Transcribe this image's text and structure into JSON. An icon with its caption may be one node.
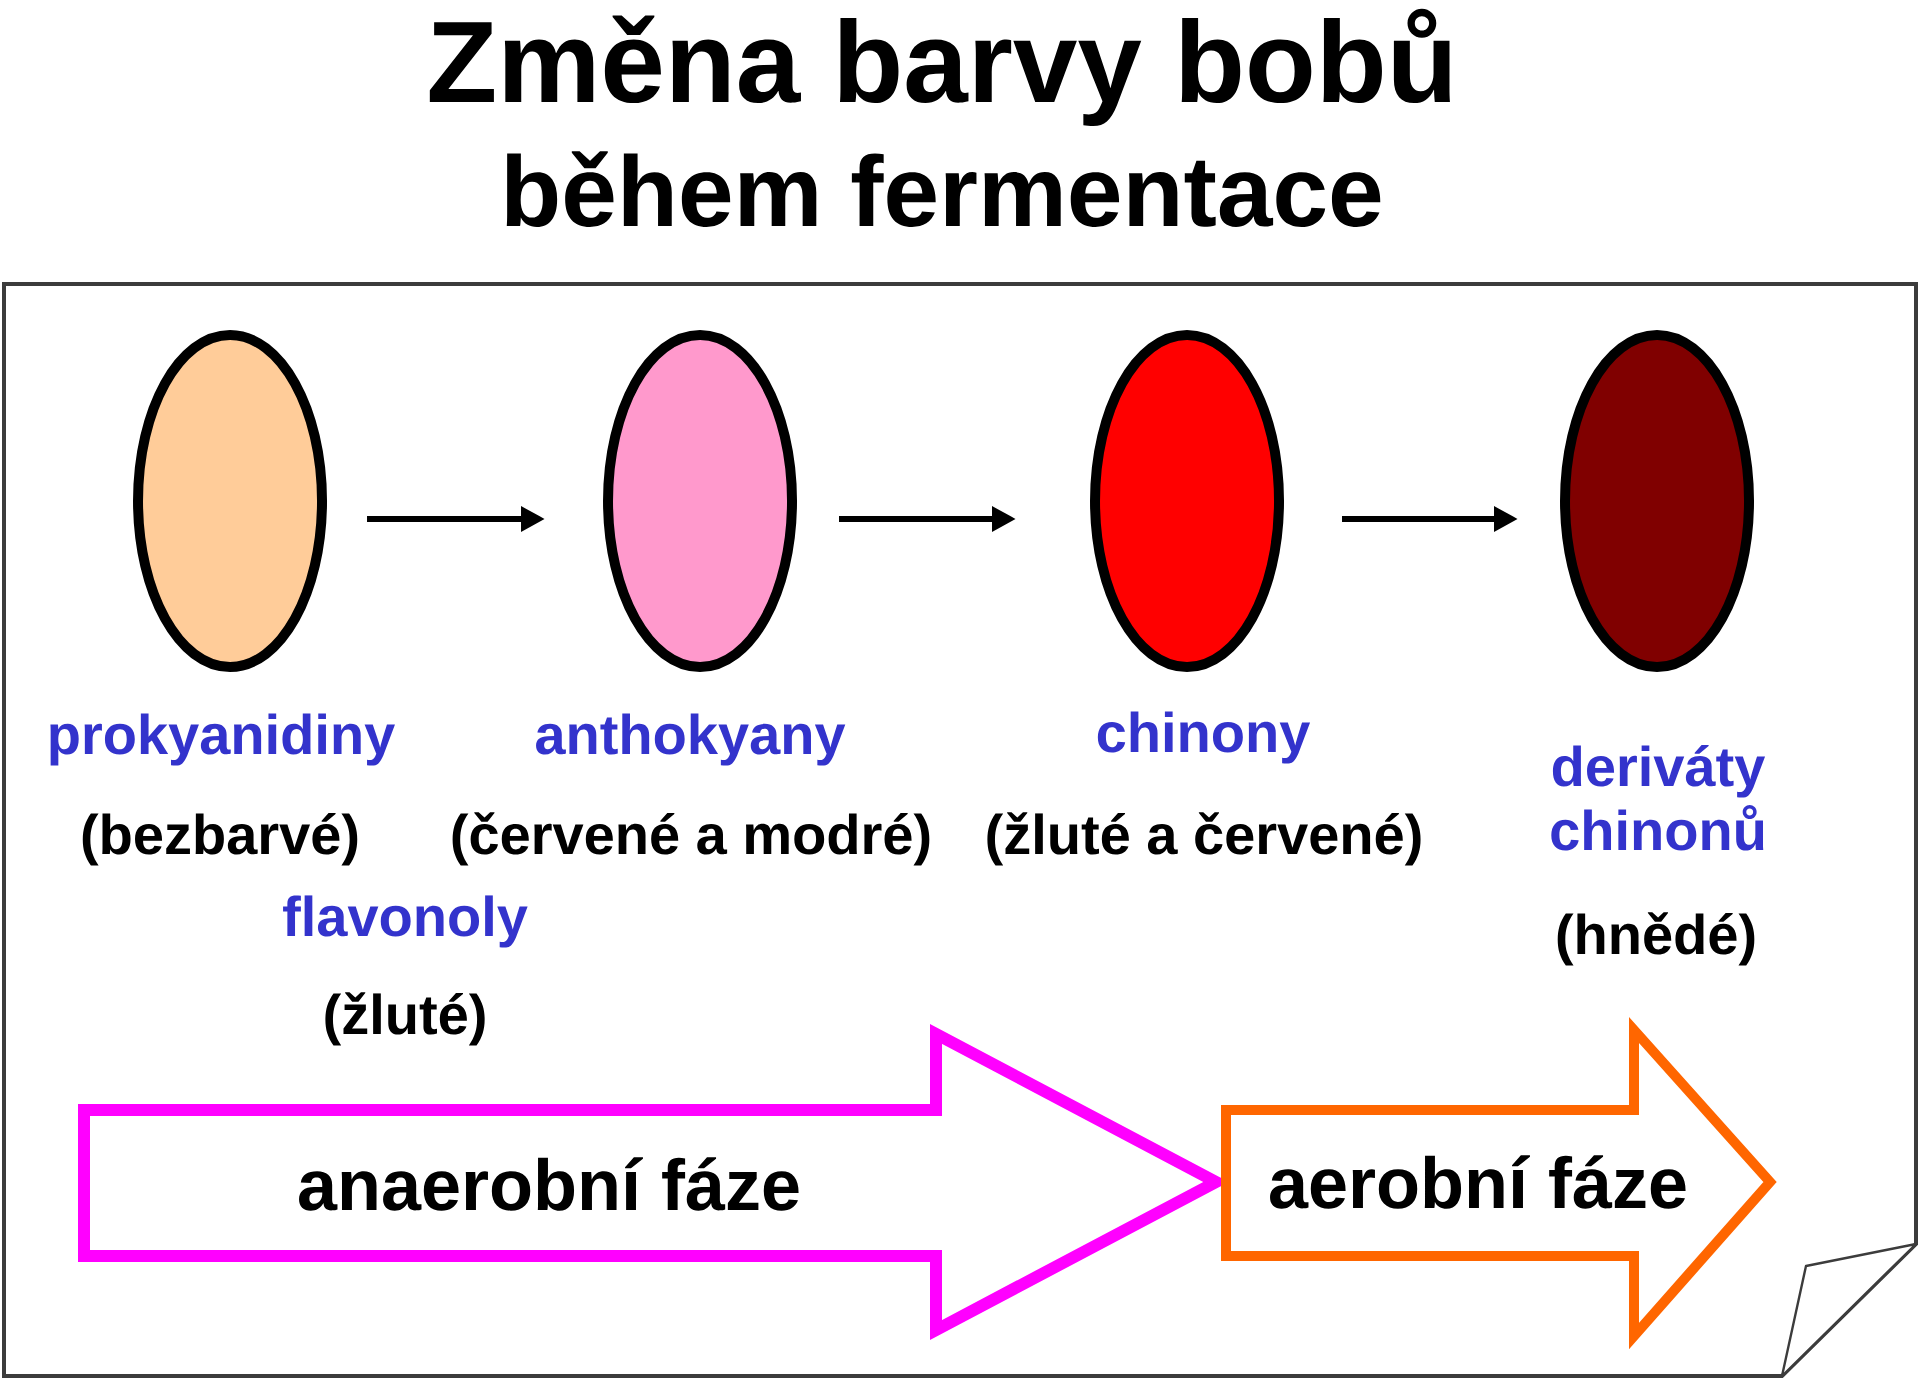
{
  "diagram": {
    "title": "Změna barvy bobů",
    "nodes": [
      {
        "text": [],
        "shape": "box"
      },
      {
        "text": [],
        "shape": "ellipse",
        "in": 0,
        "beside": [
          "prokyanidiny",
          "(bezbarvé)"
        ]
      },
      {
        "text": [],
        "shape": "ellipse",
        "in": 0,
        "beside": [
          "anthokyany",
          "(červené a modré)"
        ]
      },
      {
        "text": [],
        "shape": "ellipse",
        "in": 0,
        "beside": [
          "chinony",
          "(žluté a červené)"
        ]
      },
      {
        "text": [],
        "shape": "ellipse",
        "in": 0,
        "beside": [
          "deriváty chinonů",
          "(hnědé)"
        ]
      },
      {
        "text": [
          "anaerobní fáze"
        ],
        "in": 0
      },
      {
        "text": [
          "aerobní fáze"
        ],
        "in": 0
      }
    ],
    "edges": [
      {
        "from": 1,
        "to": 2,
        "arrow": "to"
      },
      {
        "from": 2,
        "to": 3,
        "arrow": "to"
      },
      {
        "from": 3,
        "to": 4,
        "arrow": "to"
      }
    ],
    "labels": [
      "během fermentace",
      "flavonoly",
      "(žluté)"
    ]
  }
}
